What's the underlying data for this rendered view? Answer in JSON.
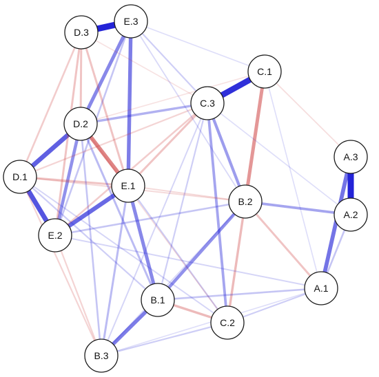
{
  "network": {
    "colors": {
      "positive": "#1f1fd6",
      "negative": "#cc3a3a",
      "node_fill": "#ffffff",
      "node_stroke": "#1a1a1a"
    },
    "nodes": [
      {
        "id": "D.3",
        "label": "D.3"
      },
      {
        "id": "E.3",
        "label": "E.3"
      },
      {
        "id": "C.1",
        "label": "C.1"
      },
      {
        "id": "C.3",
        "label": "C.3"
      },
      {
        "id": "D.2",
        "label": "D.2"
      },
      {
        "id": "A.3",
        "label": "A.3"
      },
      {
        "id": "D.1",
        "label": "D.1"
      },
      {
        "id": "E.1",
        "label": "E.1"
      },
      {
        "id": "B.2",
        "label": "B.2"
      },
      {
        "id": "A.2",
        "label": "A.2"
      },
      {
        "id": "E.2",
        "label": "E.2"
      },
      {
        "id": "A.1",
        "label": "A.1"
      },
      {
        "id": "B.1",
        "label": "B.1"
      },
      {
        "id": "C.2",
        "label": "C.2"
      },
      {
        "id": "B.3",
        "label": "B.3"
      }
    ],
    "edges": [
      {
        "source": "D.3",
        "target": "E.3",
        "sign": "positive",
        "weight": 1.0
      },
      {
        "source": "C.1",
        "target": "C.3",
        "sign": "positive",
        "weight": 0.95
      },
      {
        "source": "A.3",
        "target": "A.2",
        "sign": "positive",
        "weight": 1.0
      },
      {
        "source": "A.3",
        "target": "A.1",
        "sign": "positive",
        "weight": 0.6
      },
      {
        "source": "D.1",
        "target": "E.2",
        "sign": "positive",
        "weight": 0.75
      },
      {
        "source": "D.2",
        "target": "D.1",
        "sign": "positive",
        "weight": 0.7
      },
      {
        "source": "E.1",
        "target": "E.2",
        "sign": "positive",
        "weight": 0.65
      },
      {
        "source": "E.3",
        "target": "D.2",
        "sign": "positive",
        "weight": 0.5
      },
      {
        "source": "E.3",
        "target": "E.1",
        "sign": "positive",
        "weight": 0.55
      },
      {
        "source": "D.2",
        "target": "E.1",
        "sign": "negative",
        "weight": 0.6
      },
      {
        "source": "C.1",
        "target": "B.2",
        "sign": "negative",
        "weight": 0.5
      },
      {
        "source": "E.1",
        "target": "B.1",
        "sign": "positive",
        "weight": 0.5
      },
      {
        "source": "B.1",
        "target": "B.3",
        "sign": "positive",
        "weight": 0.55
      },
      {
        "source": "B.2",
        "target": "B.1",
        "sign": "positive",
        "weight": 0.45
      },
      {
        "source": "D.2",
        "target": "E.2",
        "sign": "positive",
        "weight": 0.45
      },
      {
        "source": "C.3",
        "target": "B.2",
        "sign": "positive",
        "weight": 0.4
      },
      {
        "source": "C.3",
        "target": "C.2",
        "sign": "positive",
        "weight": 0.35
      },
      {
        "source": "B.2",
        "target": "A.2",
        "sign": "positive",
        "weight": 0.35
      },
      {
        "source": "C.3",
        "target": "D.2",
        "sign": "positive",
        "weight": 0.3
      },
      {
        "source": "D.3",
        "target": "D.2",
        "sign": "negative",
        "weight": 0.25
      },
      {
        "source": "D.3",
        "target": "E.1",
        "sign": "negative",
        "weight": 0.25
      },
      {
        "source": "D.3",
        "target": "E.2",
        "sign": "negative",
        "weight": 0.25
      },
      {
        "source": "D.3",
        "target": "D.1",
        "sign": "negative",
        "weight": 0.2
      },
      {
        "source": "B.2",
        "target": "C.2",
        "sign": "negative",
        "weight": 0.3
      },
      {
        "source": "B.1",
        "target": "C.2",
        "sign": "negative",
        "weight": 0.3
      },
      {
        "source": "B.2",
        "target": "A.1",
        "sign": "negative",
        "weight": 0.25
      },
      {
        "source": "D.1",
        "target": "E.1",
        "sign": "negative",
        "weight": 0.25
      },
      {
        "source": "E.3",
        "target": "C.3",
        "sign": "positive",
        "weight": 0.15
      },
      {
        "source": "E.3",
        "target": "E.2",
        "sign": "positive",
        "weight": 0.2
      },
      {
        "source": "D.2",
        "target": "B.1",
        "sign": "positive",
        "weight": 0.25
      },
      {
        "source": "D.2",
        "target": "B.3",
        "sign": "positive",
        "weight": 0.2
      },
      {
        "source": "E.1",
        "target": "B.3",
        "sign": "positive",
        "weight": 0.25
      },
      {
        "source": "C.3",
        "target": "E.1",
        "sign": "negative",
        "weight": 0.25
      },
      {
        "source": "C.3",
        "target": "E.2",
        "sign": "negative",
        "weight": 0.2
      },
      {
        "source": "C.3",
        "target": "D.1",
        "sign": "negative",
        "weight": 0.15
      },
      {
        "source": "C.3",
        "target": "B.1",
        "sign": "positive",
        "weight": 0.15
      },
      {
        "source": "C.3",
        "target": "B.3",
        "sign": "positive",
        "weight": 0.12
      },
      {
        "source": "A.1",
        "target": "B.1",
        "sign": "positive",
        "weight": 0.2
      },
      {
        "source": "A.1",
        "target": "C.2",
        "sign": "positive",
        "weight": 0.15
      },
      {
        "source": "A.2",
        "target": "A.1",
        "sign": "positive",
        "weight": 0.2
      },
      {
        "source": "E.2",
        "target": "B.2",
        "sign": "positive",
        "weight": 0.2
      },
      {
        "source": "E.2",
        "target": "A.1",
        "sign": "positive",
        "weight": 0.12
      },
      {
        "source": "E.2",
        "target": "B.3",
        "sign": "negative",
        "weight": 0.15
      },
      {
        "source": "D.1",
        "target": "B.3",
        "sign": "negative",
        "weight": 0.15
      },
      {
        "source": "D.1",
        "target": "B.1",
        "sign": "positive",
        "weight": 0.15
      },
      {
        "source": "D.1",
        "target": "C.2",
        "sign": "positive",
        "weight": 0.12
      },
      {
        "source": "D.1",
        "target": "B.2",
        "sign": "negative",
        "weight": 0.12
      },
      {
        "source": "E.1",
        "target": "C.2",
        "sign": "positive",
        "weight": 0.15
      },
      {
        "source": "E.1",
        "target": "B.2",
        "sign": "negative",
        "weight": 0.12
      },
      {
        "source": "C.1",
        "target": "A.3",
        "sign": "negative",
        "weight": 0.1
      },
      {
        "source": "C.1",
        "target": "A.1",
        "sign": "positive",
        "weight": 0.08
      },
      {
        "source": "C.1",
        "target": "E.3",
        "sign": "positive",
        "weight": 0.08
      },
      {
        "source": "E.3",
        "target": "B.2",
        "sign": "positive",
        "weight": 0.1
      },
      {
        "source": "D.3",
        "target": "C.3",
        "sign": "negative",
        "weight": 0.08
      },
      {
        "source": "C.1",
        "target": "D.2",
        "sign": "negative",
        "weight": 0.08
      },
      {
        "source": "C.3",
        "target": "A.2",
        "sign": "positive",
        "weight": 0.08
      },
      {
        "source": "D.2",
        "target": "C.2",
        "sign": "negative",
        "weight": 0.1
      },
      {
        "source": "B.3",
        "target": "C.2",
        "sign": "positive",
        "weight": 0.15
      },
      {
        "source": "B.3",
        "target": "A.1",
        "sign": "positive",
        "weight": 0.08
      },
      {
        "source": "B.2",
        "target": "B.3",
        "sign": "positive",
        "weight": 0.1
      }
    ]
  }
}
